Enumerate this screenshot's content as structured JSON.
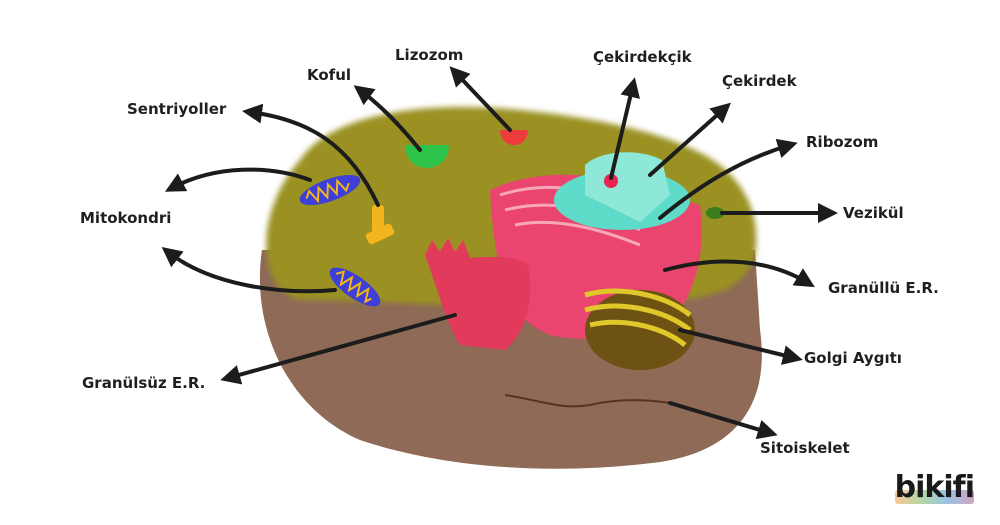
{
  "labels": {
    "koful": "Koful",
    "lizozom": "Lizozom",
    "cekirdekcik": "Çekirdekçik",
    "cekirdek": "Çekirdek",
    "sentriyoller": "Sentriyoller",
    "ribozom": "Ribozom",
    "mitokondri": "Mitokondri",
    "vezikul": "Vezikül",
    "granullu_er": "Granüllü E.R.",
    "golgi": "Golgi Aygıtı",
    "granulsuz_er": "Granülsüz E.R.",
    "sitoiskelet": "Sitoiskelet"
  },
  "logo": {
    "text": "bikifi"
  },
  "colors": {
    "cytoplasm": "#9a9120",
    "membrane": "#8e6a57",
    "rough_er": "#e9456e",
    "smooth_er": "#e23a5a",
    "nucleus": "#5fdcc9",
    "nucleolus": "#e8234f",
    "vacuole": "#2ec44b",
    "lysosome": "#ee3b3b",
    "mitochondria": "#3d3fd6",
    "centriole": "#f2b51e",
    "golgi": "#c9b21a",
    "vesicle": "#3b7d1f"
  }
}
